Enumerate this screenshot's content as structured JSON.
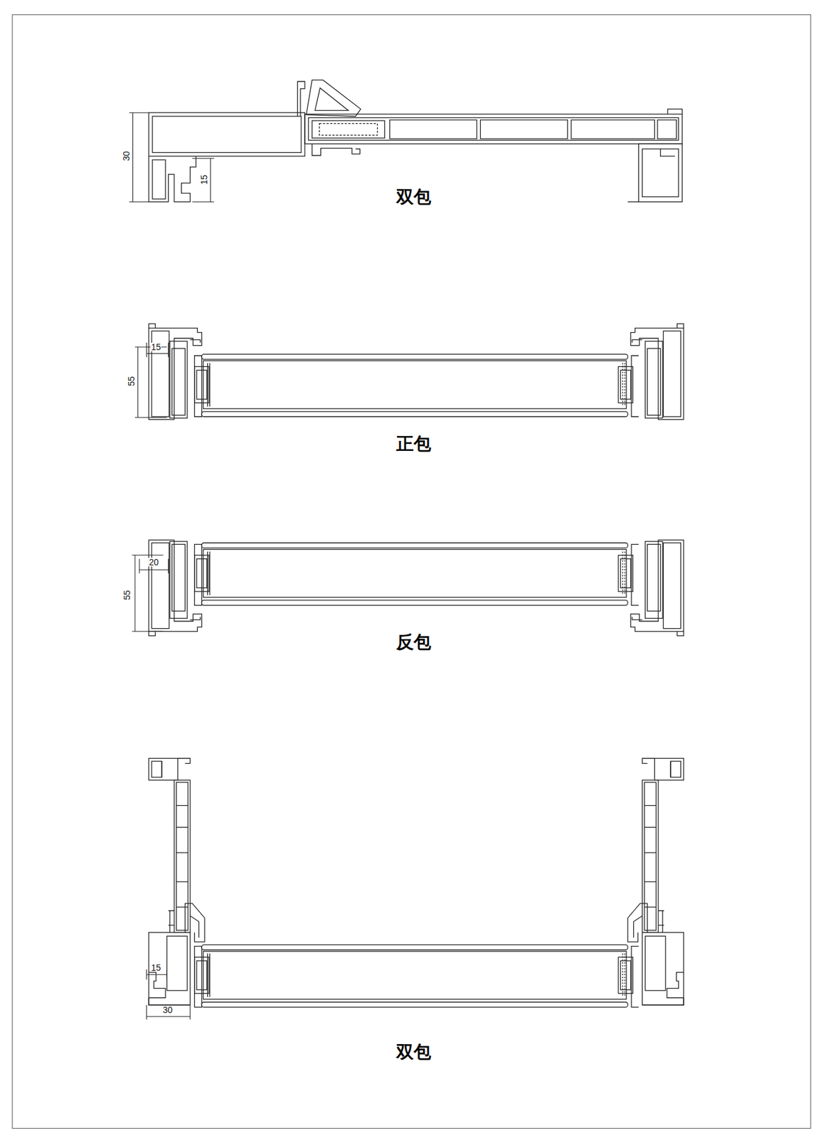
{
  "diagram": {
    "labels": [
      "30",
      "15",
      "双包",
      "15",
      "55",
      "正包",
      "20",
      "55",
      "反包",
      "15",
      "30",
      "双包"
    ]
  }
}
